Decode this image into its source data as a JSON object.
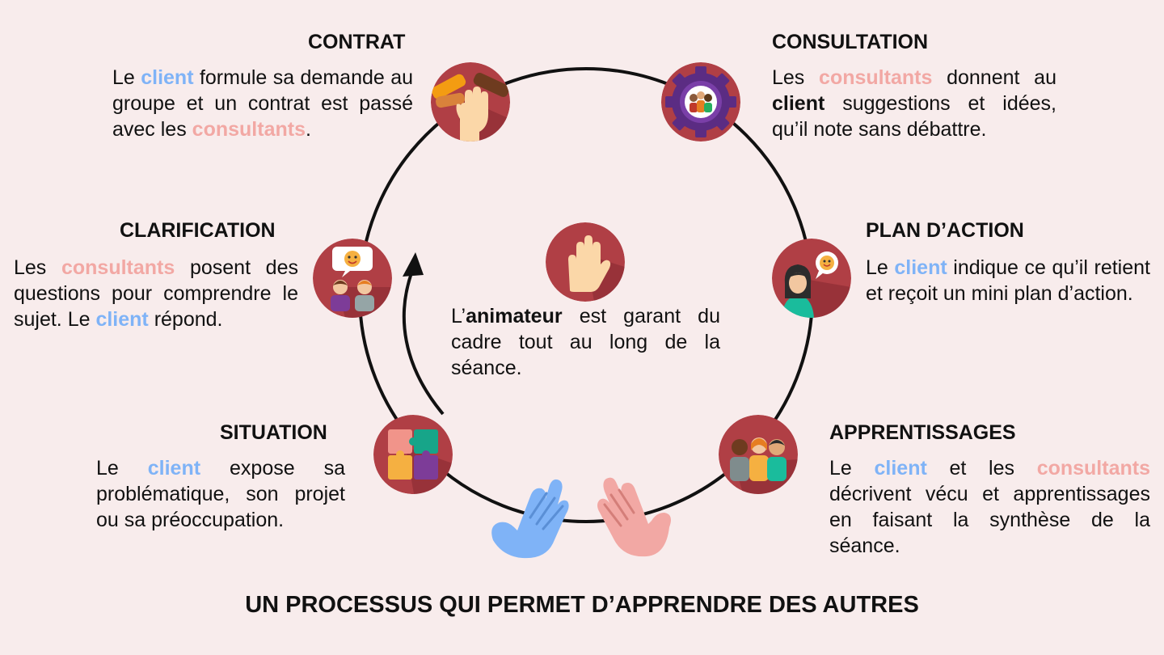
{
  "colors": {
    "background": "#f8ecec",
    "client": "#7fb3f7",
    "consultants": "#f2a8a4",
    "icon_circle": "#b03f45",
    "icon_shadow": "#8f2e34",
    "cycle_line": "#111111"
  },
  "steps": {
    "contrat": {
      "title": "CONTRAT",
      "icon": "hands-stack-icon",
      "text": {
        "p1": "Le ",
        "client": "client",
        "p2": " formule sa demande au groupe et un contrat est passé avec les ",
        "consultants": "consultants",
        "p3": "."
      }
    },
    "consultation": {
      "title": "CONSULTATION",
      "icon": "gear-people-icon",
      "text": {
        "p1": "Les ",
        "consultants": "consultants",
        "p2": " donnent au ",
        "client": "client",
        "p3": " suggestions et idées, qu’il note sans débattre."
      }
    },
    "plan": {
      "title": "PLAN D’ACTION",
      "icon": "woman-speech-icon",
      "text": {
        "p1": "Le ",
        "client": "client",
        "p2": " indique ce qu’il retient et reçoit un mini plan d’action."
      }
    },
    "apprentissages": {
      "title": "APPRENTISSAGES",
      "icon": "group-people-icon",
      "text": {
        "p1": "Le ",
        "client": "client",
        "p2": " et les ",
        "consultants": "consultants",
        "p3": " décrivent vécu et apprentissages en faisant la synthèse de la séance."
      }
    },
    "situation": {
      "title": "SITUATION",
      "icon": "puzzle-icon",
      "text": {
        "p1": "Le ",
        "client": "client",
        "p2": " expose sa problématique, son projet ou sa préoccupation."
      }
    },
    "clarification": {
      "title": "CLARIFICATION",
      "icon": "two-people-speech-icon",
      "text": {
        "p1": "Les ",
        "consultants": "consultants",
        "p2": " posent des questions pour comprendre le sujet. Le ",
        "client": "client",
        "p3": " répond."
      }
    }
  },
  "center": {
    "icon": "raised-hand-icon",
    "p1": "L’",
    "animateur": "animateur",
    "p2": " est garant du cadre tout au long de la séance."
  },
  "bottom_icons": [
    "blue-glove-hand-icon",
    "pink-hand-icon"
  ],
  "footer": "UN PROCESSUS QUI PERMET D’APPRENDRE DES AUTRES"
}
